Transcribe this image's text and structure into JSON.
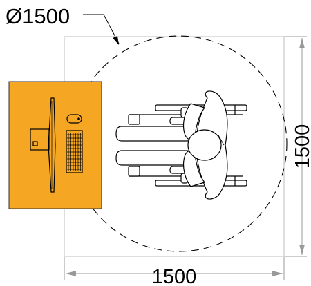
{
  "annotations": {
    "diameter_label": "Ø1500",
    "width_label": "1500",
    "depth_label": "1500"
  },
  "colors": {
    "desk_fill": "#f5a623",
    "desk_stroke": "#333333",
    "line": "#000000",
    "dimension_line": "#999999",
    "background": "#ffffff"
  },
  "objects": {
    "desk": "desk",
    "monitor": "monitor-icon",
    "keyboard": "keyboard-icon",
    "mouse": "mouse-icon",
    "wheelchair": "wheelchair-user-icon",
    "turning_circle": "turning-circle"
  }
}
